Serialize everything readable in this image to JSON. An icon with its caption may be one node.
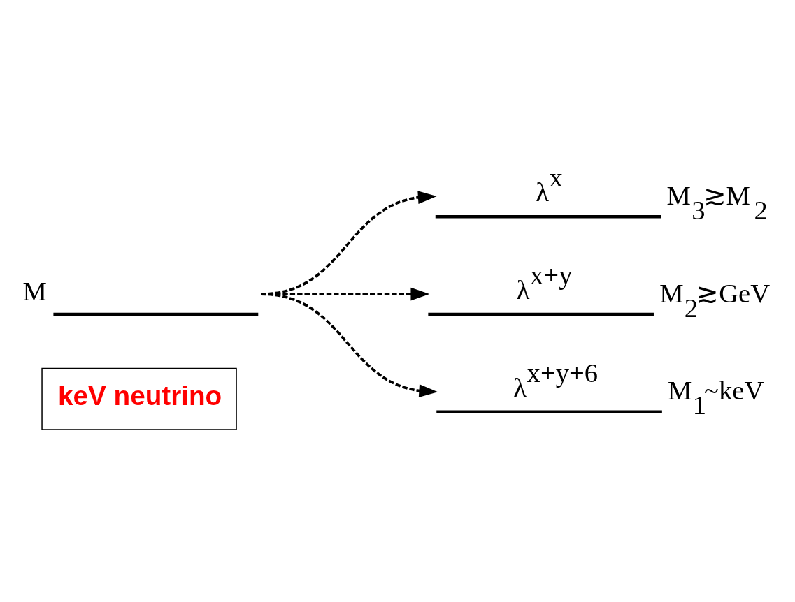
{
  "diagram": {
    "nodes": [
      {
        "text": [
          "M"
        ]
      },
      {
        "text": [
          "λ$^{x}$",
          "M$_{3}$≳M$_{2}$"
        ]
      },
      {
        "text": [
          "λ$^{x+y}$",
          "M$_{2}$≳GeV"
        ]
      },
      {
        "text": [
          "λ$^{x+y+6}$",
          "M$_{1}$~keV"
        ]
      },
      {
        "text": [
          "keV neutrino"
        ]
      }
    ],
    "edges": [
      {
        "from": 0,
        "to": 1,
        "arrow": "to",
        "style": "dashed"
      },
      {
        "from": 0,
        "to": 2,
        "arrow": "to",
        "style": "dashed"
      },
      {
        "from": 0,
        "to": 3,
        "arrow": "to",
        "style": "dashed"
      }
    ]
  }
}
